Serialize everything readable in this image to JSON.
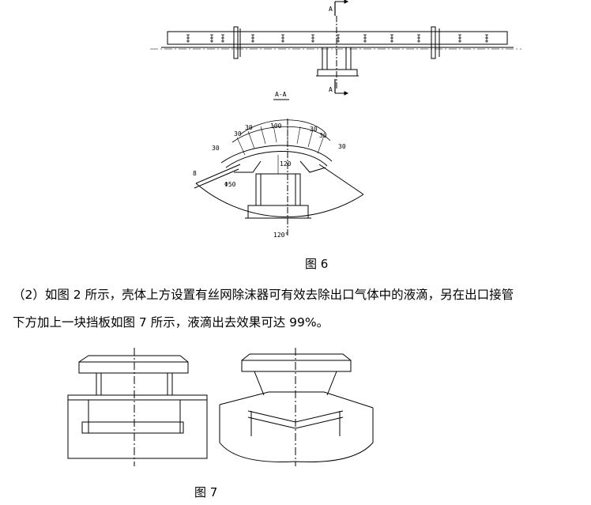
{
  "figure6": {
    "caption": "图 6",
    "section_marker": "A",
    "section_view_label": "A-A",
    "dims": {
      "d30_left": "30",
      "d30_left2": "30",
      "d30_left3": "30",
      "d100": "100",
      "d30_right": "30",
      "d30_right2": "30",
      "d30_right3": "30",
      "d120": "120",
      "d8": "8",
      "d_phi": "Φ50",
      "angle": "120°"
    }
  },
  "paragraph": {
    "line1": "（2）如图 2 所示，壳体上方设置有丝网除沫器可有效去除出口气体中的液滴，另在出口接管",
    "line2": "下方加上一块挡板如图 7 所示，液滴出去效果可达 99%。"
  },
  "figure7": {
    "caption": "图 7"
  }
}
